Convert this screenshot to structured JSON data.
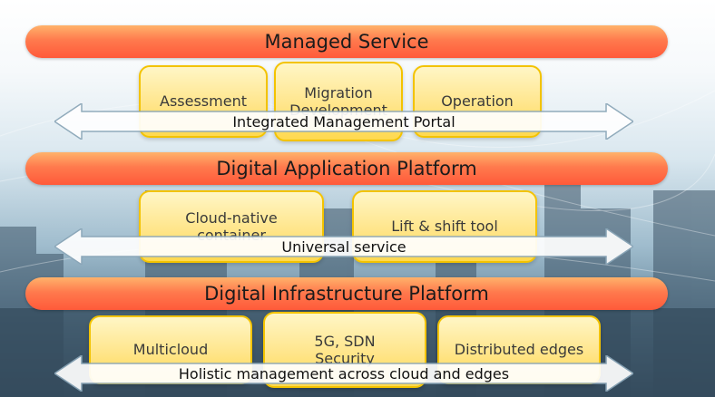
{
  "colors": {
    "band": "#ff6a44",
    "card": "#ffe58a",
    "card_border": "#f3c300",
    "arrow_fill": "#ffffff",
    "arrow_stroke": "#8aa6b8"
  },
  "diagram": {
    "layers": [
      {
        "title": "Managed Service",
        "cards": [
          "Assessment",
          "Migration\nDevelopment",
          "Operation"
        ],
        "bar": "Integrated Management Portal"
      },
      {
        "title": "Digital Application Platform",
        "cards": [
          "Cloud-native\ncontainer",
          "Lift & shift tool"
        ],
        "bar": "Universal service"
      },
      {
        "title": "Digital Infrastructure Platform",
        "cards": [
          "Multicloud",
          "5G, SDN\nSecurity",
          "Distributed edges"
        ],
        "bar": "Holistic management across cloud and edges"
      }
    ]
  }
}
